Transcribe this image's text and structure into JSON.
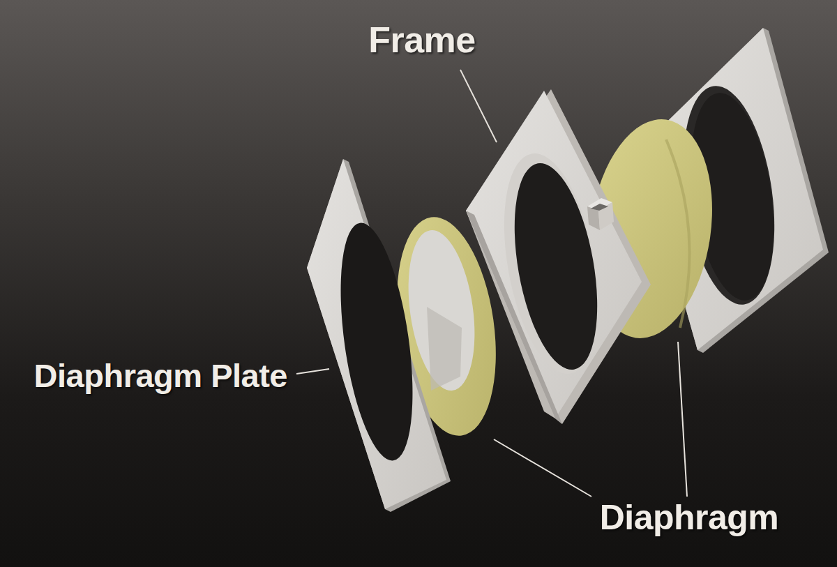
{
  "diagram": {
    "labels": [
      "Frame",
      "Diaphragm Plate",
      "Diaphragm"
    ]
  }
}
